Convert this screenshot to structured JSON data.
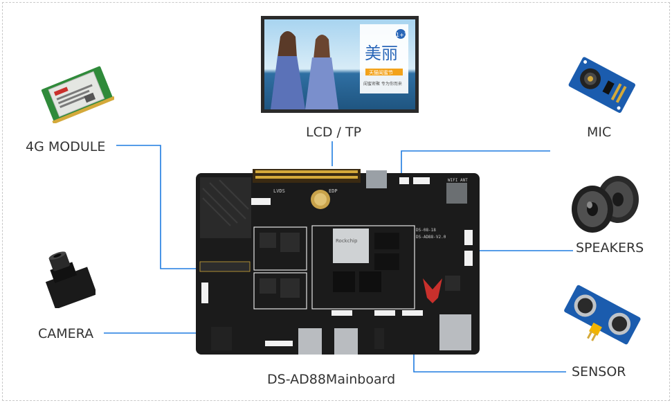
{
  "labels": {
    "lcd": "LCD  / TP",
    "module4g": "4G MODULE",
    "mic": "MIC",
    "speakers": "SPEAKERS",
    "camera": "CAMERA",
    "sensor": "SENSOR",
    "board": "DS-AD88Mainboard"
  },
  "lcd_screen": {
    "brand_text": "美丽",
    "badge_text": "1+1",
    "tagline": "天猫闺蜜节",
    "subline": "闺蜜密聚 专为你而来"
  },
  "board_silkscreen": {
    "lvds": "LVDS",
    "edp": "EDP",
    "date": "DS-08-18",
    "version": "DS-AD88-V2.0",
    "chip": "Rockchip",
    "wifi": "WIFI ANT"
  },
  "colors": {
    "line": "#1e7be0",
    "board": "#1b1b1b",
    "text": "#333333"
  }
}
